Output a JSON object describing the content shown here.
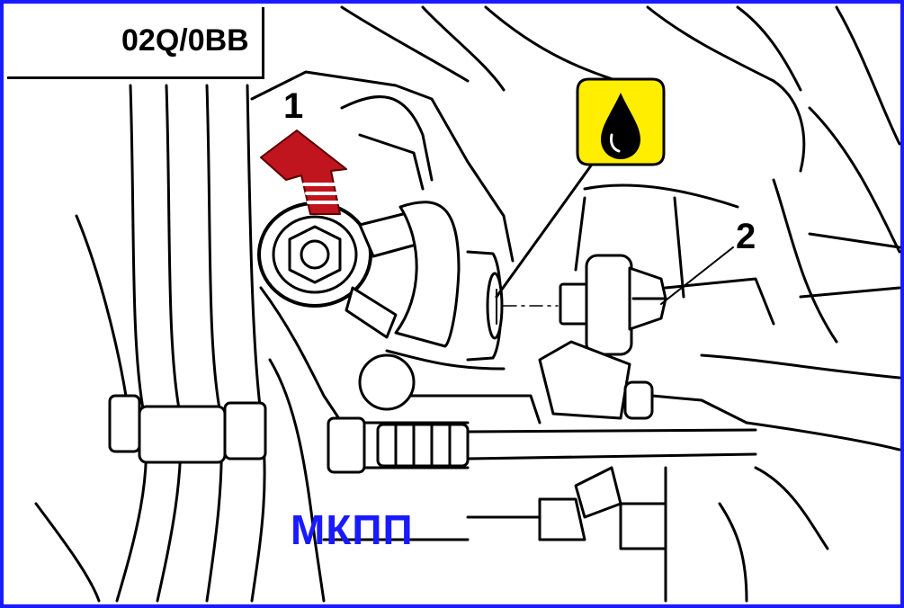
{
  "header": {
    "code": "02Q/0BB",
    "icon": "gearbox-icon"
  },
  "callouts": {
    "item1": "1",
    "item2": "2"
  },
  "oil_symbol": {
    "icon": "oil-drop-icon",
    "color": "#ffee00"
  },
  "caption": {
    "text": "МКПП",
    "color": "#1a1aff"
  },
  "colors": {
    "frame": "#1a1aff",
    "arrow": "#c0141e",
    "line": "#000000"
  }
}
